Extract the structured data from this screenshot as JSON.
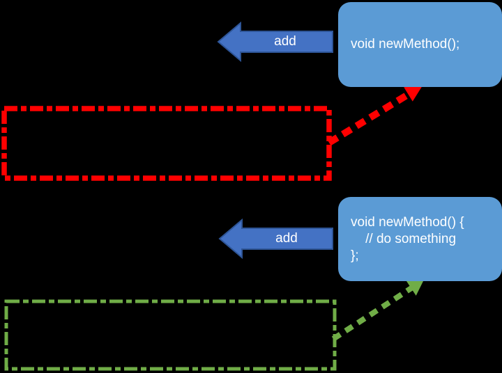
{
  "colors": {
    "canvas_bg": "#000000",
    "box_blue": "#5B9BD5",
    "arrow_blue": "#4472C4",
    "arrow_blue_border": "#2E5597",
    "dashed_red": "#FF0000",
    "dashed_green": "#70AD47",
    "text_white": "#FFFFFF"
  },
  "diagram": {
    "top": {
      "arrow_label": "add",
      "code_box": {
        "code": "void newMethod();"
      }
    },
    "bottom": {
      "arrow_label": "add",
      "code_box": {
        "lines": [
          "void newMethod() {",
          "    // do something",
          "};"
        ]
      }
    }
  }
}
